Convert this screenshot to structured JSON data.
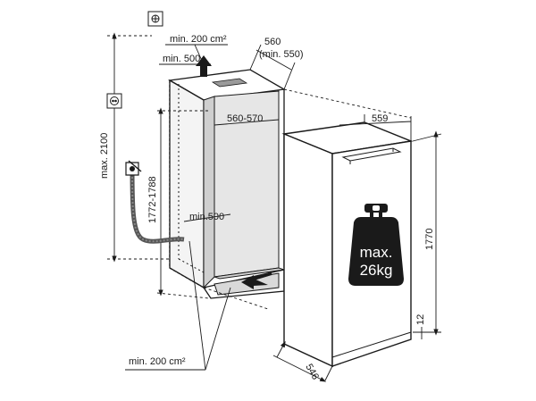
{
  "diagram": {
    "labels": {
      "top_vent_area": "min. 200 cm²",
      "top_depth_clearance": "min. 500",
      "niche_depth": "560",
      "niche_depth_min": "(min. 550)",
      "niche_width": "560-570",
      "appliance_width": "559",
      "socket_height": "max. 2100",
      "niche_height": "1772-1788",
      "bottom_depth_clearance": "min.500",
      "appliance_height": "1770",
      "bottom_offset": "12",
      "appliance_depth": "546",
      "bottom_vent_area": "min. 200 cm²",
      "weight_line1": "max.",
      "weight_line2": "26kg"
    },
    "icons": [
      "water-connection-icon",
      "power-socket-icon",
      "weight-icon",
      "airflow-arrow-icon",
      "water-hose-icon"
    ],
    "colors": {
      "line": "#1a1a1a",
      "niche_interior": "#e6e6e6",
      "bottom_panel": "#d9d9d9"
    }
  }
}
